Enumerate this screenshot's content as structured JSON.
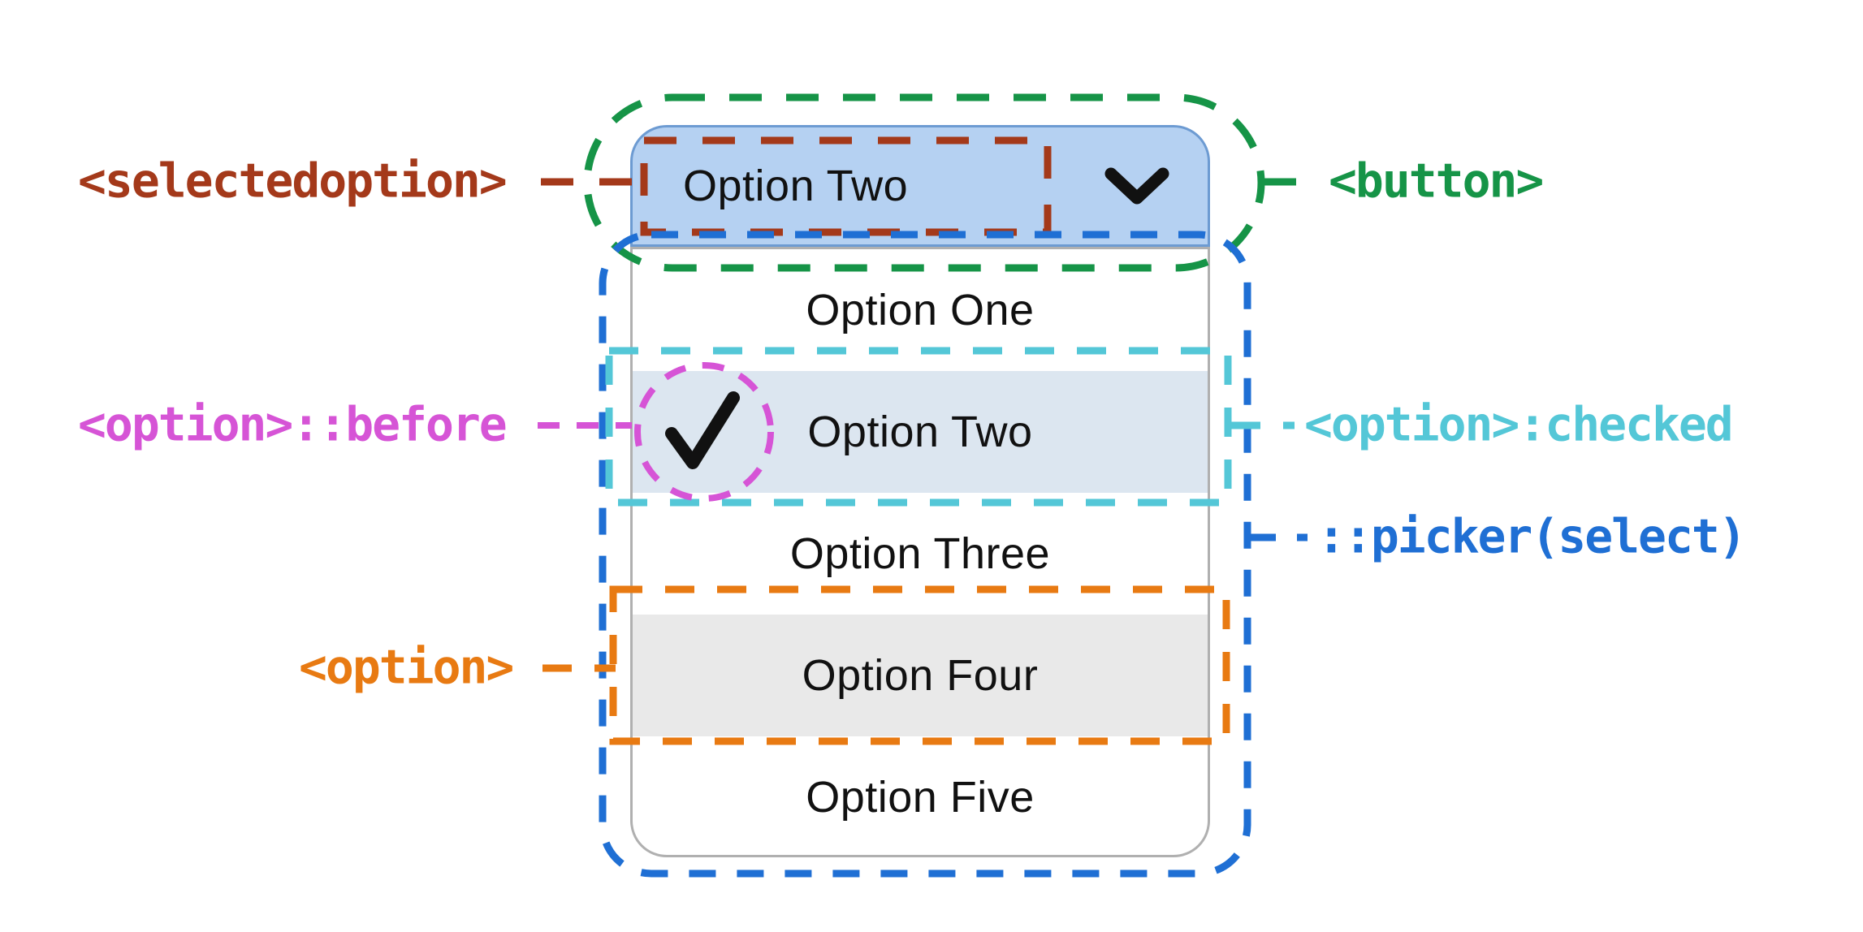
{
  "select": {
    "button": {
      "selected_label": "Option Two",
      "chevron_icon": "chevron-down"
    },
    "options": [
      {
        "label": "Option One",
        "state": "normal"
      },
      {
        "label": "Option Two",
        "state": "checked",
        "check_icon": "check"
      },
      {
        "label": "Option Three",
        "state": "normal"
      },
      {
        "label": "Option Four",
        "state": "hover"
      },
      {
        "label": "Option Five",
        "state": "normal"
      }
    ]
  },
  "annotations": {
    "selectedoption": {
      "label": "<selectedoption>"
    },
    "button": {
      "label": "<button>"
    },
    "option_before": {
      "label": "<option>::before"
    },
    "option_checked": {
      "label": "<option>:checked"
    },
    "picker": {
      "label": "::picker(select)"
    },
    "option": {
      "label": "<option>"
    }
  },
  "colors": {
    "brick": "#a4391a",
    "green": "#169447",
    "magenta": "#d654d6",
    "cyan": "#54c7d7",
    "blue": "#1f6fd4",
    "orange": "#e87a12",
    "buttonFill": "#b5d1f2",
    "buttonBorder": "#6d9bd2",
    "checkedFill": "#dce6f0",
    "hoverFill": "#e9e9e9",
    "pickerBorder": "#b0b0b0",
    "text": "#111111"
  }
}
